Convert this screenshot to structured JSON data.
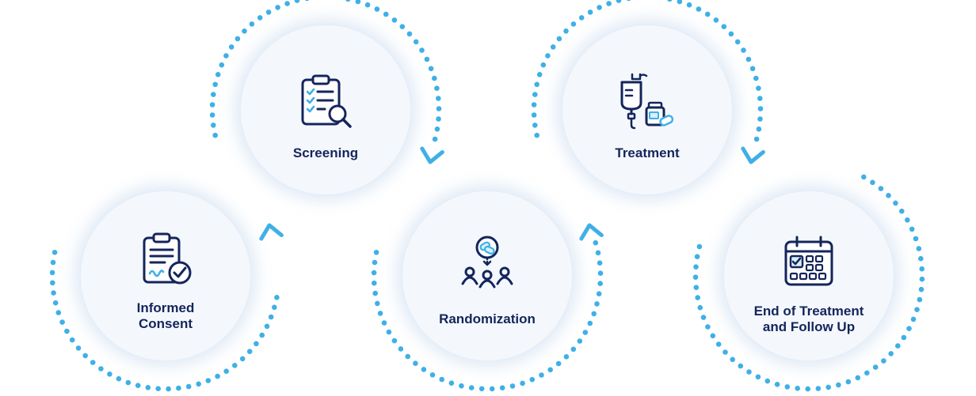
{
  "steps": [
    {
      "id": "informed-consent",
      "lines": [
        "Informed",
        "Consent"
      ],
      "icon": "clipboard-signature-check-icon"
    },
    {
      "id": "screening",
      "lines": [
        "Screening"
      ],
      "icon": "clipboard-checklist-magnifier-icon"
    },
    {
      "id": "randomization",
      "lines": [
        "Randomization"
      ],
      "icon": "pill-bubble-group-icon"
    },
    {
      "id": "treatment",
      "lines": [
        "Treatment"
      ],
      "icon": "iv-bag-medicine-bottle-icon"
    },
    {
      "id": "end-of-treatment",
      "lines": [
        "End of Treatment",
        "and Follow Up"
      ],
      "icon": "calendar-check-icon"
    }
  ],
  "colors": {
    "accent": "#3fb0e6",
    "dots": "#3fb0e6",
    "navy": "#14255b",
    "disc": "#f4f8fd"
  }
}
